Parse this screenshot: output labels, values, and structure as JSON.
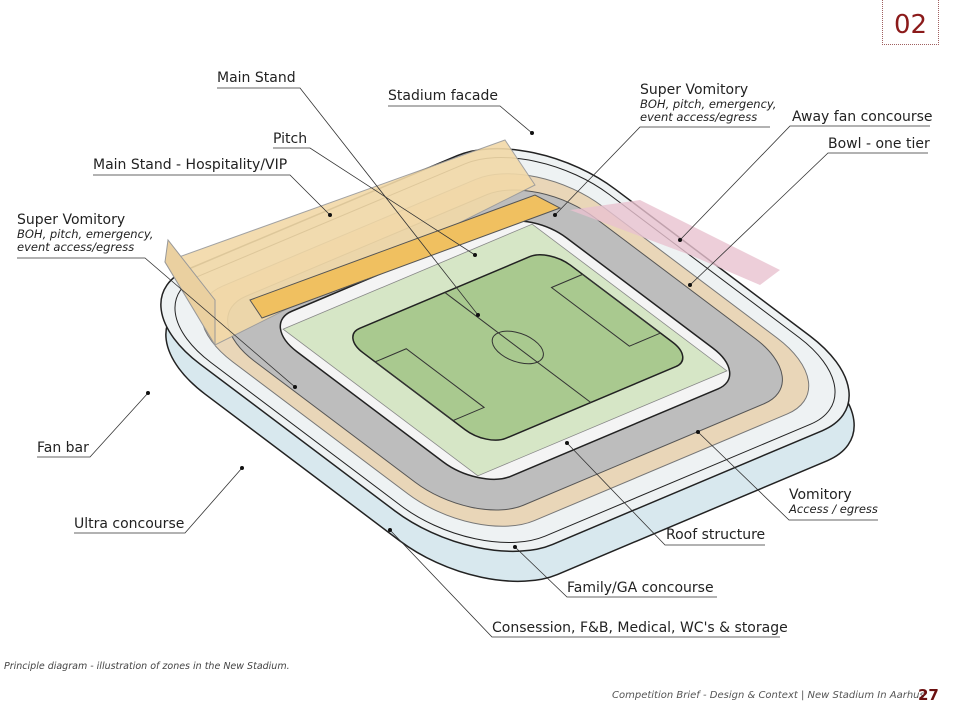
{
  "page_tag": "02",
  "labels": {
    "main_stand": "Main Stand",
    "stadium_facade": "Stadium facade",
    "pitch": "Pitch",
    "hospitality": "Main Stand - Hospitality/VIP",
    "super_vom_left_title": "Super Vomitory",
    "super_vom_left_sub1": "BOH, pitch, emergency,",
    "super_vom_left_sub2": "event access/egress",
    "super_vom_top_title": "Super Vomitory",
    "super_vom_top_sub1": "BOH, pitch, emergency,",
    "super_vom_top_sub2": "event access/egress",
    "away_fan": "Away fan concourse",
    "bowl": "Bowl - one tier",
    "fan_bar": "Fan bar",
    "ultra": "Ultra concourse",
    "roof": "Roof structure",
    "vomitory_title": "Vomitory",
    "vomitory_sub": "Access / egress",
    "family": "Family/GA concourse",
    "concession": "Consession, F&B, Medical, WC's & storage"
  },
  "caption": "Principle diagram - illustration of zones in the New Stadium.",
  "footer": "Competition Brief - Design & Context | New Stadium In Aarhus",
  "page_number": "27"
}
